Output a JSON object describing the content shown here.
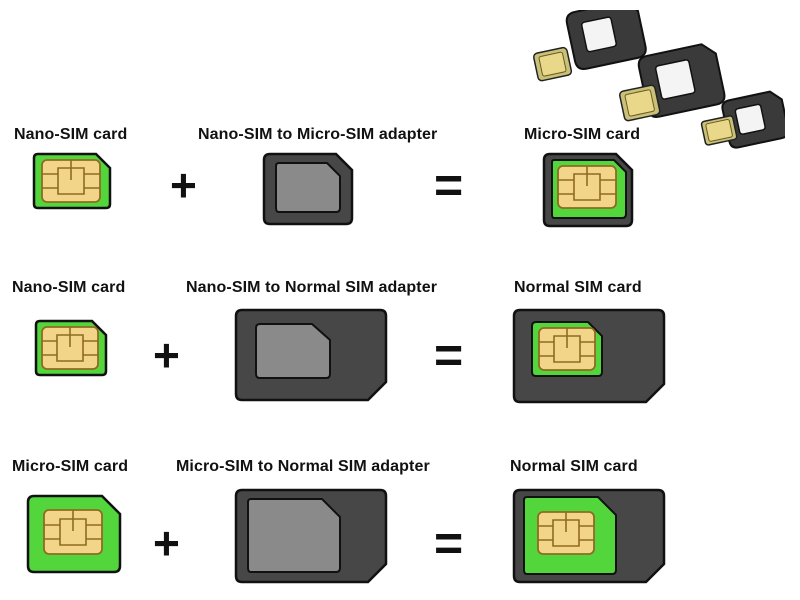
{
  "palette": {
    "chip": "#f3d58a",
    "chip_line": "#8f6b22",
    "nano_green": "#52d63c",
    "adapter_dark": "#474747",
    "adapter_slot": "#8a8a8a",
    "outline": "#111111"
  },
  "row1": {
    "left_label": "Nano-SIM card",
    "middle_label": "Nano-SIM to Micro-SIM adapter",
    "right_label": "Micro-SIM card",
    "plus": "+",
    "equals": "="
  },
  "row2": {
    "left_label": "Nano-SIM card",
    "middle_label": "Nano-SIM to Normal SIM adapter",
    "right_label": "Normal SIM card",
    "plus": "+",
    "equals": "="
  },
  "row3": {
    "left_label": "Micro-SIM card",
    "middle_label": "Micro-SIM to Normal SIM adapter",
    "right_label": "Normal SIM card",
    "plus": "+",
    "equals": "="
  },
  "icons": {
    "product_photo": "sim-adapter-set-icon",
    "nano_sim": "nano-sim-icon",
    "micro_sim": "micro-sim-icon",
    "adapter": "sim-adapter-icon"
  }
}
